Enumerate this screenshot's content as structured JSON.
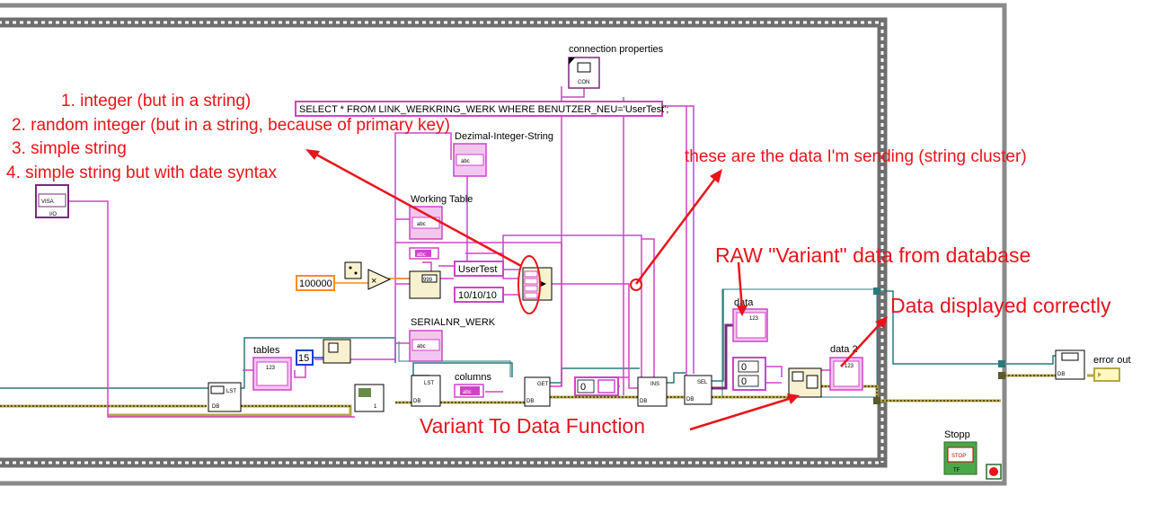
{
  "labels": {
    "connection_properties": "connection properties",
    "dezimal_integer_string": "Dezimal-Integer-String",
    "working_table": "Working Table",
    "serialnr_werk": "SERIALNR_WERK",
    "tables": "tables",
    "columns": "columns",
    "data": "data",
    "data2": "data 2",
    "error_out": "error out",
    "stopp": "Stopp"
  },
  "constants": {
    "sql_query": "SELECT * FROM LINK_WERKRING_WERK WHERE BENUTZER_NEU='UserTest';",
    "usertest": "UserTest",
    "date": "10/10/10",
    "number_100000": "100000",
    "number_15": "15",
    "array_index_0": "0",
    "array_index_0b": "0",
    "array_index_0c": "0"
  },
  "annotations": {
    "list1": "1. integer (but in a string)",
    "list2": "2. random integer (but in a string, because of primary key)",
    "list3": "3. simple string",
    "list4": "4. simple string but with date syntax",
    "sending": "these are the data I'm sending (string cluster)",
    "raw_variant": "RAW \"Variant\" data from database",
    "displayed": "Data displayed correctly",
    "variant_fn": "Variant To Data Function"
  },
  "icons": {
    "visa": "VISA",
    "io": "I/O",
    "con": "CON",
    "lst": "LST",
    "get": "GET",
    "ins": "INS",
    "sel": "SEL",
    "db": "DB",
    "stop": "STOP",
    "tf": "TF",
    "abc": "abc",
    "n123": "123",
    "n999": "999",
    "fn1": "1"
  },
  "colors": {
    "string_wire": "#d043c8",
    "error_wire": "#b5a642",
    "refnum_wire": "#2a7a7a",
    "annotation": "#e8141b",
    "frame": "#7f7f7f",
    "orange_const": "#ff8c1a",
    "blue_const": "#1a3fd0"
  }
}
